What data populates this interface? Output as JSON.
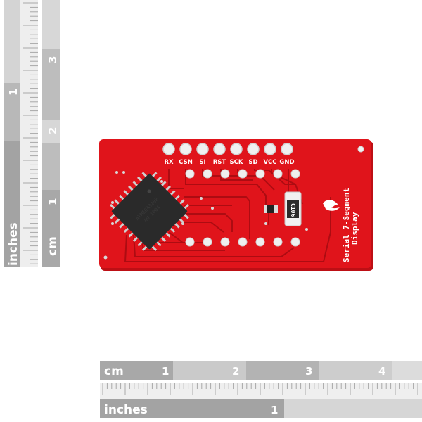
{
  "image": {
    "description_kind": "product-photo",
    "background": "#ffffff"
  },
  "colors": {
    "board": "#e0141b",
    "board_dark": "#c00f16",
    "trace": "#ad0c12",
    "pad": "#efefef",
    "chip": "#2a2a2a",
    "ruler_dark": "#9a9a9a",
    "ruler_light": "#d4d4d4",
    "ruler_mid": "#bdbdbd"
  },
  "board": {
    "pin_labels": [
      "RX",
      "CSN",
      "SI",
      "RST",
      "SCK",
      "SD",
      "VCC",
      "GND"
    ],
    "title_line1": "Serial 7-Segment",
    "title_line2": "Display",
    "chip_line1": "ATMEGA328P",
    "chip_line2": "AU 1004",
    "capacitor_label": "C106",
    "logo_icon": "sparkfun-flame-icon"
  },
  "ruler_left": {
    "cm_label": "cm",
    "inches_label": "inches",
    "cm_marks": [
      "1",
      "2",
      "3"
    ],
    "inch_marks": [
      "1"
    ]
  },
  "ruler_bottom": {
    "cm_label": "cm",
    "inches_label": "inches",
    "cm_marks": [
      "1",
      "2",
      "3",
      "4"
    ],
    "inch_marks": [
      "1"
    ]
  }
}
